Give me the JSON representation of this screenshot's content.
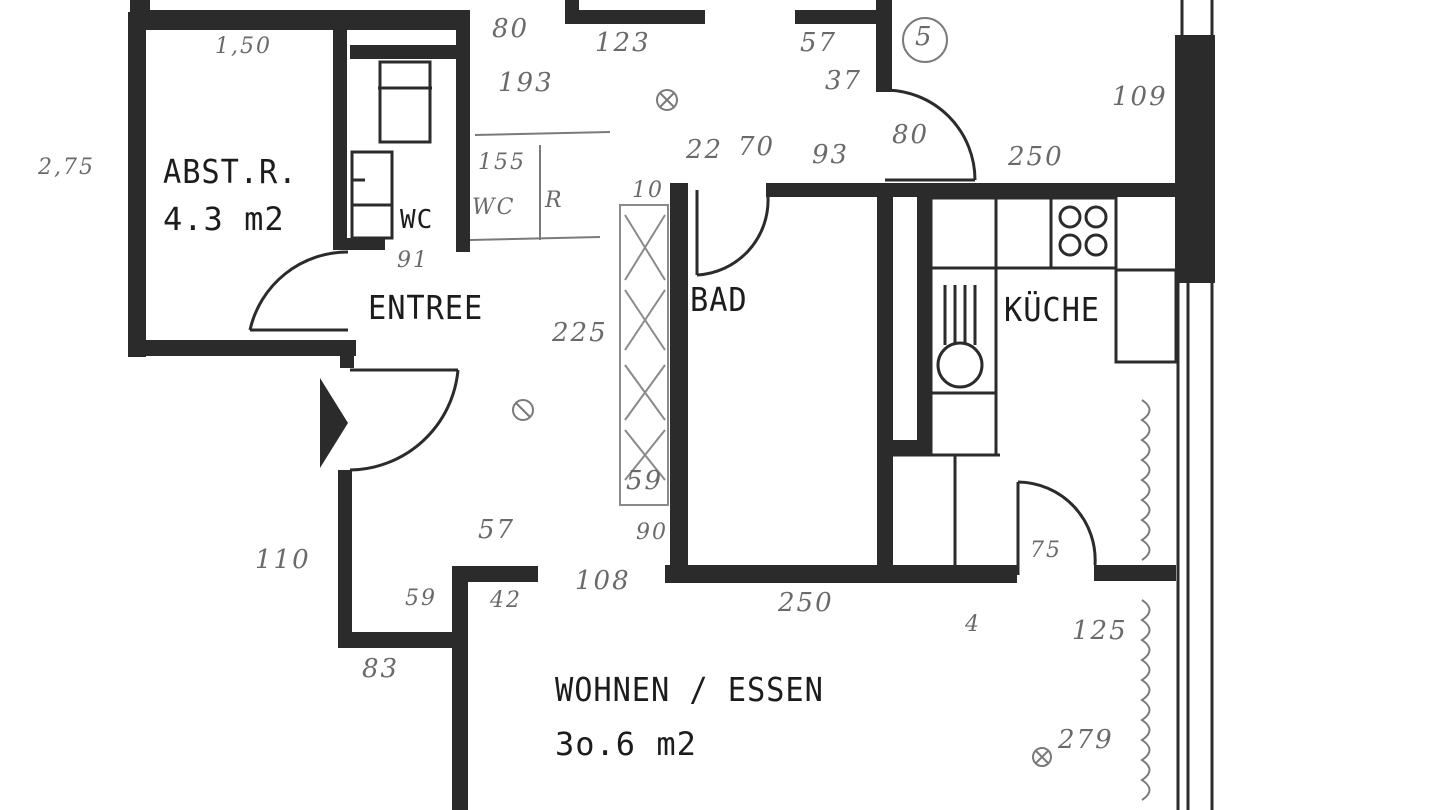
{
  "plan": {
    "colors": {
      "wall": "#2b2b2b",
      "ink": "#1c1c1c",
      "pencil": "#6a6a6a",
      "background": "#ffffff"
    },
    "rooms": [
      {
        "id": "abstellraum",
        "name": "ABST.R.",
        "area": "4.3 m2"
      },
      {
        "id": "wc",
        "name": "WC"
      },
      {
        "id": "entree",
        "name": "ENTREE"
      },
      {
        "id": "bad",
        "name": "BAD"
      },
      {
        "id": "kueche",
        "name": "KÜCHE"
      },
      {
        "id": "wohnen",
        "name": "WOHNEN / ESSEN",
        "area": "3o.6 m2"
      }
    ],
    "dimensions": {
      "abst_width": "1,50",
      "abst_height": "2,75",
      "top_80": "80",
      "top_123": "123",
      "top_57": "57",
      "top_37": "37",
      "circled_5": "5",
      "door_80": "80",
      "wall_109": "109",
      "kitchen_250": "250",
      "wc_193": "193",
      "wc_155": "155",
      "wc_note": "WC",
      "wc_r": "R",
      "bad_22": "22",
      "bad_70": "70",
      "bad_93": "93",
      "bad_10": "10",
      "entree_91": "91",
      "entree_225": "225",
      "storage_59": "59",
      "storage_90": "90",
      "entry_110": "110",
      "entry_57": "57",
      "entry_59": "59",
      "entry_42": "42",
      "entry_108": "108",
      "entry_83": "83",
      "bad_250": "250",
      "kitchen_door_75": "75",
      "kitchen_4": "4",
      "living_125": "125",
      "living_279": "279"
    }
  }
}
